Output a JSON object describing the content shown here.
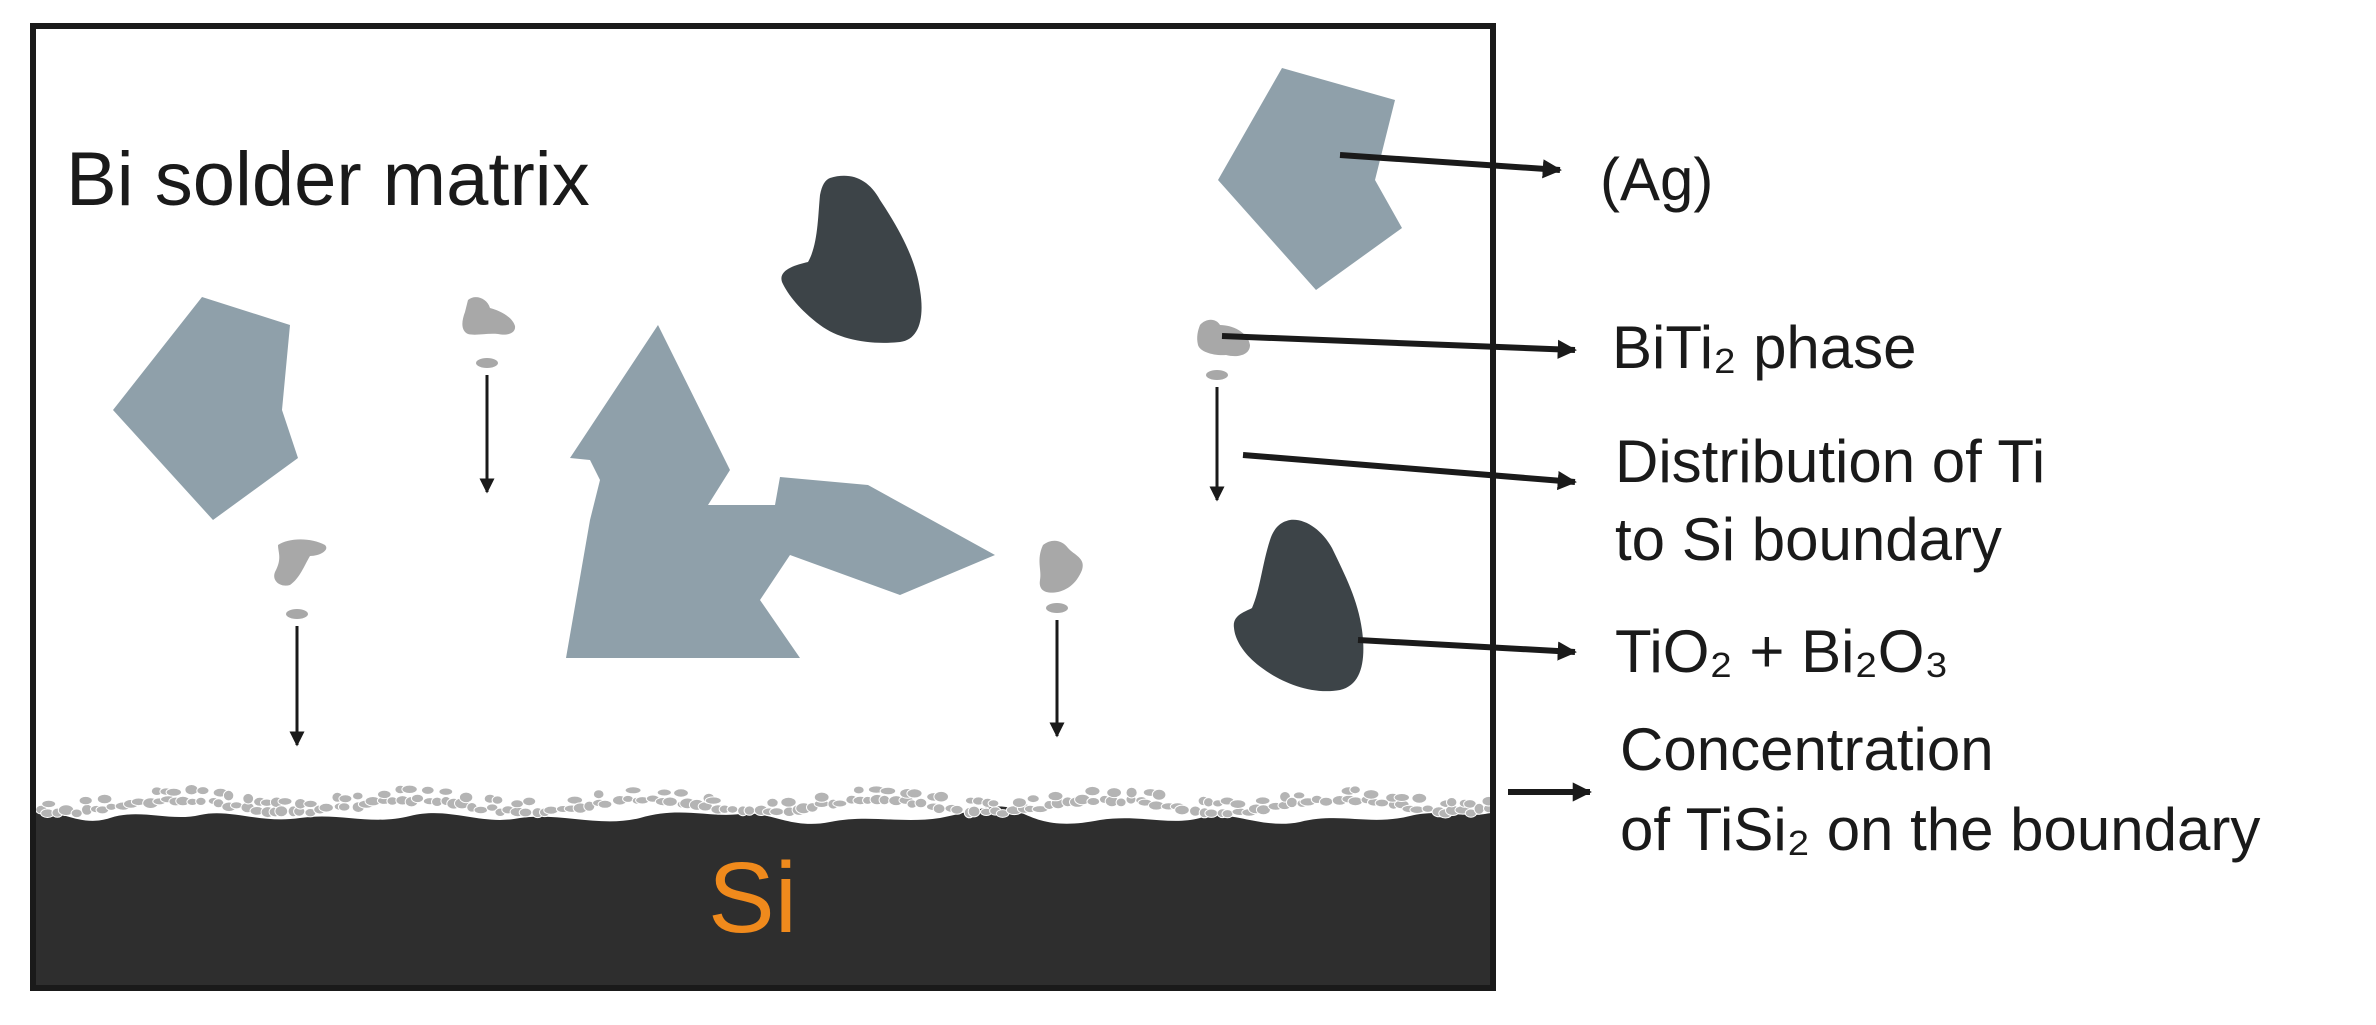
{
  "labels": {
    "matrix": "Bi solder matrix",
    "substrate": "Si",
    "ag": "(Ag)",
    "biti2": "BiTi₂ phase",
    "distribution_line1": "Distribution of Ti",
    "distribution_line2": "to Si boundary",
    "oxides": "TiO₂ + Bi₂O₃",
    "concentration_line1": "Concentration",
    "concentration_line2": "of TiSi₂ on the boundary"
  },
  "colors": {
    "frame": "#1a1a1a",
    "ag_phase": "#8fa0aa",
    "oxide": "#3d4448",
    "biti2": "#a8a8a8",
    "tisi2_particle": "#b4b4b4",
    "si_substrate": "#2e2e2e",
    "si_label": "#f08a1c",
    "arrow": "#1a1a1a"
  }
}
